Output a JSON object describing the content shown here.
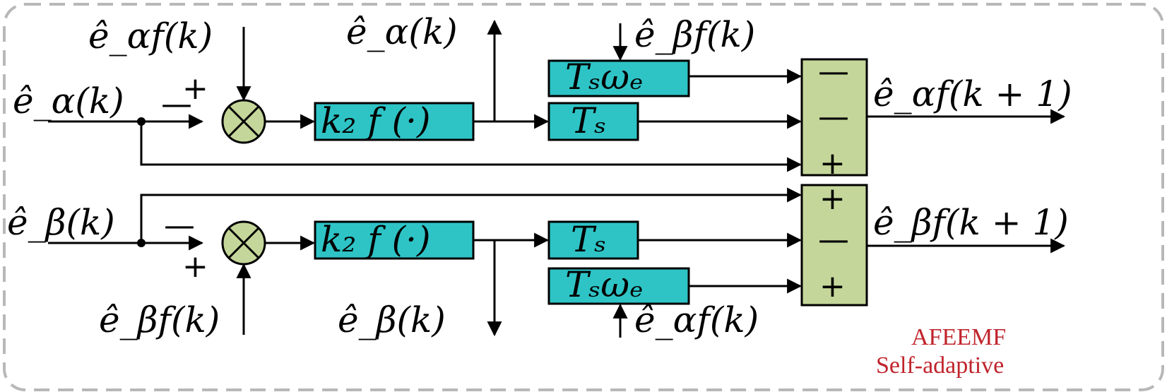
{
  "labels": {
    "in_alpha": "ê_α(k)",
    "in_beta": "ê_β(k)",
    "fb_alpha_top": "ê_αf(k)",
    "out_alpha_top": "ê_α(k)",
    "fb_beta_top": "ê_βf(k)",
    "out_alpha_f": "ê_αf(k + 1)",
    "out_beta_f": "ê_βf(k + 1)",
    "fb_beta_bottom": "ê_βf(k)",
    "out_beta_bottom": "ê_β(k)",
    "fb_alpha_bottom": "ê_αf(k)"
  },
  "blocks": {
    "gain_alpha": "k₂ f (·)",
    "gain_beta": "k₂ f (·)",
    "ts_omega_alpha": "Tₛωₑ",
    "ts_alpha": "Tₛ",
    "ts_beta": "Tₛ",
    "ts_omega_beta": "Tₛωₑ"
  },
  "signs": {
    "sum_alpha_plus": "+",
    "sum_alpha_minus": "—",
    "sum_beta_minus": "—",
    "sum_beta_plus": "+",
    "acc_alpha_1": "—",
    "acc_alpha_2": "—",
    "acc_alpha_3": "+",
    "acc_beta_1": "+",
    "acc_beta_2": "—",
    "acc_beta_3": "+"
  },
  "caption": {
    "line1": "AFEEMF",
    "line2": "Self-adaptive"
  },
  "colors": {
    "block_fill": "#2ec4c6",
    "summer_fill": "#c5d69a",
    "caption_color": "#c0242c"
  }
}
